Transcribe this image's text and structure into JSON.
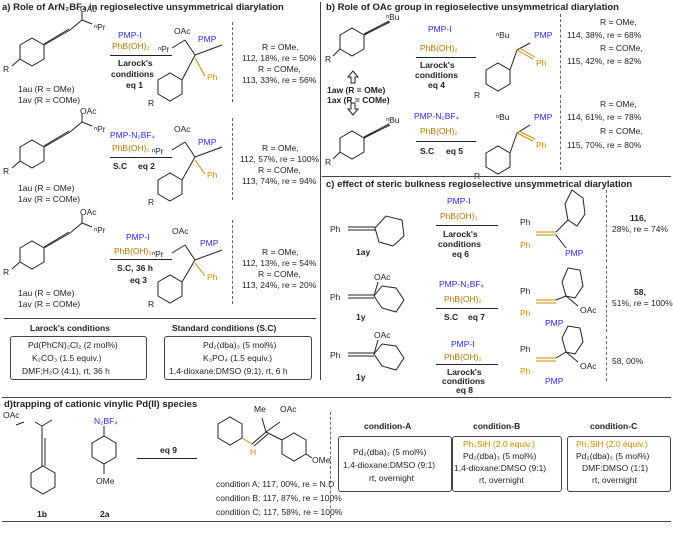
{
  "a": {
    "title": "a) Role of ArN₂BF₄ in regioselective unsymmetrical diarylation",
    "reactions": [
      {
        "reagent1": "PMP-I",
        "reagent2": "PhB(OH)₂",
        "cond1": "Larock's",
        "cond2": "conditions",
        "cond3": "eq 1",
        "sm1": "1au (R = OMe)",
        "sm2": "1av (R = COMe)",
        "r1": "R = OMe,",
        "r2": "112, 18%, re = 50%",
        "r3": "R = COMe,",
        "r4": "113, 33%, re = 56%"
      },
      {
        "reagent1": "PMP-N₂BF₄",
        "reagent2": "PhB(OH)₂",
        "cond1": "S.C",
        "cond3": "eq 2",
        "sm1": "1au (R = OMe)",
        "sm2": "1av (R = COMe)",
        "r1": "R = OMe,",
        "r2": "112, 57%, re = 100%",
        "r3": "R = COMe,",
        "r4": "113, 74%, re = 94%"
      },
      {
        "reagent1": "PMP-I",
        "reagent2": "PhB(OH)₂",
        "cond1": "S.C, 36 h",
        "cond3": "eq 3",
        "sm1": "1au (R = OMe)",
        "sm2": "1av (R = COMe)",
        "r1": "R = OMe,",
        "r2": "112, 13%, re = 54%",
        "r3": "R = COMe,",
        "r4": "113, 24%, re = 20%"
      }
    ],
    "larock": {
      "title": "Larock's conditions",
      "l1": "Pd(PhCN)₂Cl₂ (2 mol%)",
      "l2": "K₂CO₃ (1.5 equiv.)",
      "l3": "DMF:H₂O (4:1), rt, 36 h"
    },
    "sc": {
      "title": "Standard conditions (S.C)",
      "l1": "Pd₂(dba)₃ (5 mol%)",
      "l2": "K₃PO₄ (1.5 equiv.)",
      "l3": "1,4-dioxane:DMSO (9:1), rt, 6 h"
    }
  },
  "b": {
    "title": "b) Role of OAc group in regioselective unsymmetrical diarylation",
    "sm1": "1aw (R = OMe)",
    "sm2": "1ax (R = COMe)",
    "reactions": [
      {
        "reagent1": "PMP-I",
        "reagent2": "PhB(OH)₂",
        "cond1": "Larock's",
        "cond2": "conditions",
        "cond3": "eq 4",
        "r1": "R = OMe,",
        "r2": "114, 38%, re = 68%",
        "r3": "R = COMe,",
        "r4": "115, 42%, re = 82%"
      },
      {
        "reagent1": "PMP-N₂BF₄",
        "reagent2": "PhB(OH)₂",
        "cond1": "S.C",
        "cond3": "eq 5",
        "r1": "R = OMe,",
        "r2": "114, 61%, re = 78%",
        "r3": "R = COMe,",
        "r4": "115, 70%, re = 80%"
      }
    ]
  },
  "c": {
    "title": "c) effect of steric bulkness regioselective unsymmetrical diarylation",
    "reactions": [
      {
        "sm": "1ay",
        "reagent1": "PMP-I",
        "reagent2": "PhB(OH)₂",
        "cond1": "Larock's",
        "cond2": "conditions",
        "cond3": "eq 6",
        "r1": "116,",
        "r2": "28%, re = 74%"
      },
      {
        "sm": "1y",
        "reagent1": "PMP-N₂BF₄",
        "reagent2": "PhB(OH)₂",
        "cond1": "S.C",
        "cond3": "eq 7",
        "r1": "58,",
        "r2": "51%, re = 100%"
      },
      {
        "sm": "1y",
        "reagent1": "PMP-I",
        "reagent2": "PhB(OH)₂",
        "cond1": "Larock's",
        "cond2": "conditions",
        "cond3": "eq 8",
        "r1": "58, 00%"
      }
    ]
  },
  "d": {
    "title": "d)trapping of cationic vinylic Pd(II) species",
    "sm1": "1b",
    "sm2": "2a",
    "eq": "eq 9",
    "results": [
      "condition A; 117, 00%, re = N.D",
      "condition B; 117, 87%, re = 100%",
      "condition C; 117, 58%, re = 100%"
    ],
    "condA": {
      "title": "condition-A",
      "l1": "Pd₂(dba)₃ (5 mol%)",
      "l2": "1,4-dioxane:DMSO (9:1)",
      "l3": "rt, overnight"
    },
    "condB": {
      "title": "condition-B",
      "l0": "Ph₃SiH (2.0 equiv.)",
      "l1": "Pd₂(dba)₃ (5 mol%)",
      "l2": "1,4-dioxane:DMSO (9:1)",
      "l3": "rt, overnight"
    },
    "condC": {
      "title": "condition-C",
      "l0": "Ph₃SiH (2.0 equiv.)",
      "l1": "Pd₂(dba)₃ (5 mol%)",
      "l2": "DMF:DMSO (1:1)",
      "l3": "rt, overnight"
    }
  },
  "labels": {
    "oac": "OAc",
    "pr": "ⁿPr",
    "bu": "ⁿBu",
    "pmp": "PMP",
    "ph": "Ph",
    "r": "R",
    "ome": "OMe",
    "n2bf4": "N₂BF₄",
    "h": "H"
  }
}
